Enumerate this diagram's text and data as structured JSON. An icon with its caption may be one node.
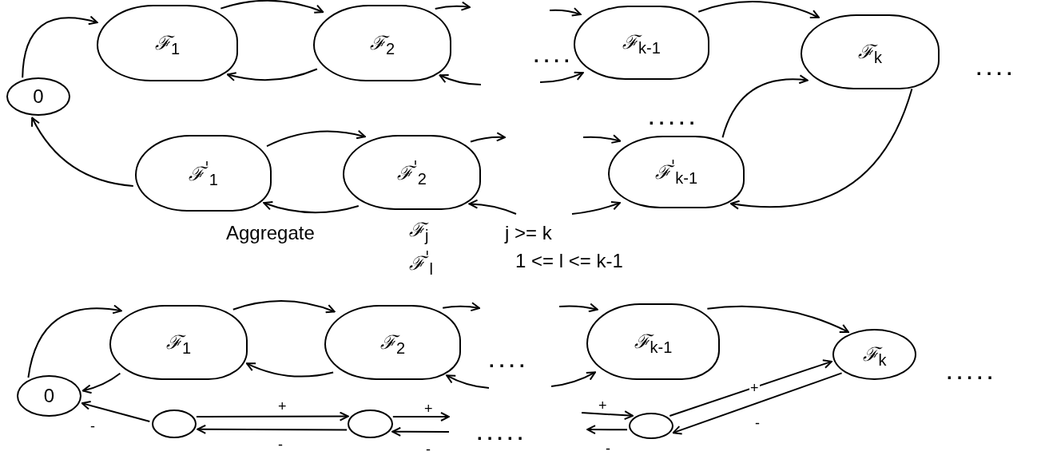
{
  "diagram": {
    "nodes": [
      {
        "text": [
          "0"
        ]
      },
      {
        "text": [
          "ℱ$_{1}$"
        ]
      },
      {
        "text": [
          "ℱ$_{2}$"
        ]
      },
      {
        "text": [
          "ℱ$_{k-1}$"
        ]
      },
      {
        "text": [
          "ℱ$_{k}$"
        ]
      },
      {
        "text": [
          "ℱ$^{'}$$_{1}$"
        ]
      },
      {
        "text": [
          "ℱ$^{'}$$_{2}$"
        ]
      },
      {
        "text": [
          "ℱ$^{'}$$_{k-1}$"
        ]
      },
      {
        "text": [
          "0"
        ]
      },
      {
        "text": [
          "ℱ$_{1}$"
        ]
      },
      {
        "text": [
          "ℱ$_{2}$"
        ]
      },
      {
        "text": [
          "ℱ$_{k-1}$"
        ]
      },
      {
        "text": [
          "ℱ$_{k}$"
        ]
      },
      {
        "text": [],
        "shape": "circle"
      },
      {
        "text": [],
        "shape": "circle"
      },
      {
        "text": [],
        "shape": "circle"
      }
    ],
    "edges": [
      {
        "from": 0,
        "to": 1,
        "arrow": "to"
      },
      {
        "from": 1,
        "to": 2,
        "arrow": "to"
      },
      {
        "from": 2,
        "to": 1,
        "arrow": "to"
      },
      {
        "from": 2,
        "to": null,
        "arrow": "to"
      },
      {
        "from": null,
        "to": 2,
        "arrow": "to"
      },
      {
        "from": null,
        "to": 3,
        "arrow": "to"
      },
      {
        "from": null,
        "to": 3,
        "arrow": "to"
      },
      {
        "from": 3,
        "to": 4,
        "arrow": "to"
      },
      {
        "from": 7,
        "to": 4,
        "arrow": "to"
      },
      {
        "from": 4,
        "to": 7,
        "arrow": "to"
      },
      {
        "from": null,
        "to": 7,
        "arrow": "to"
      },
      {
        "from": null,
        "to": 7,
        "arrow": "to"
      },
      {
        "from": 5,
        "to": 6,
        "arrow": "to"
      },
      {
        "from": 6,
        "to": 5,
        "arrow": "to"
      },
      {
        "from": 5,
        "to": 0,
        "arrow": "to"
      },
      {
        "from": 6,
        "to": null,
        "arrow": "to"
      },
      {
        "from": null,
        "to": 6,
        "arrow": "to"
      },
      {
        "from": 8,
        "to": 9,
        "arrow": "to"
      },
      {
        "from": 9,
        "to": 8,
        "arrow": "to"
      },
      {
        "from": 9,
        "to": 10,
        "arrow": "to"
      },
      {
        "from": 10,
        "to": 9,
        "arrow": "to"
      },
      {
        "from": 10,
        "to": null,
        "arrow": "to"
      },
      {
        "from": null,
        "to": 10,
        "arrow": "to"
      },
      {
        "from": null,
        "to": 11,
        "arrow": "to"
      },
      {
        "from": null,
        "to": 11,
        "arrow": "to"
      },
      {
        "from": 11,
        "to": 12,
        "arrow": "to"
      },
      {
        "from": 13,
        "to": 8,
        "arrow": "to",
        "label": "-"
      },
      {
        "from": 13,
        "to": 14,
        "arrow": "to",
        "label": "+"
      },
      {
        "from": 14,
        "to": 13,
        "arrow": "to",
        "label": "-"
      },
      {
        "from": 14,
        "to": null,
        "arrow": "to",
        "label": "+"
      },
      {
        "from": null,
        "to": 14,
        "arrow": "to",
        "label": "-"
      },
      {
        "from": null,
        "to": 15,
        "arrow": "to",
        "label": "+"
      },
      {
        "from": 15,
        "to": null,
        "arrow": "to",
        "label": "-"
      },
      {
        "from": 15,
        "to": 12,
        "arrow": "to",
        "label": "+"
      },
      {
        "from": 12,
        "to": 15,
        "arrow": "to",
        "label": "-"
      }
    ],
    "labels": [
      "....",
      "....",
      ".....",
      "Aggregate",
      "ℱ$_{j}$",
      "j >= k",
      "ℱ$^{'}$$_{l}$",
      "1 <= l <= k-1",
      "....",
      ".....",
      "....."
    ]
  }
}
